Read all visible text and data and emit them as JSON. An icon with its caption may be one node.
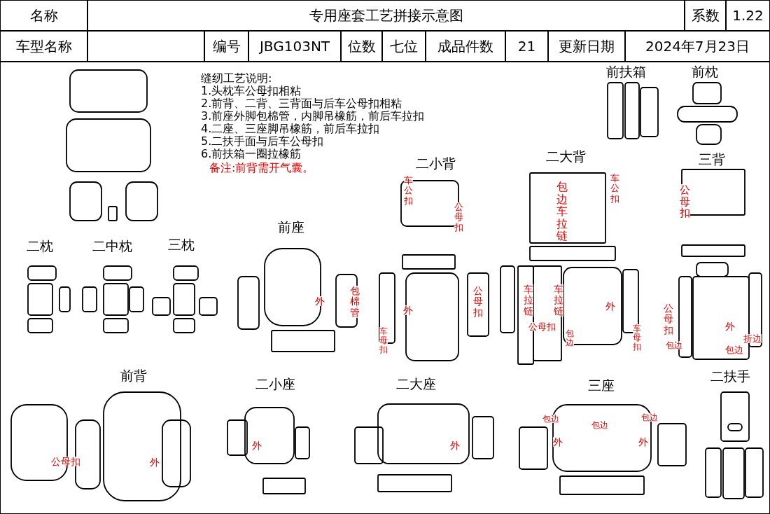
{
  "diagram": {
    "title": "专用座套工艺拼接示意图",
    "labels": [
      "名称",
      "系数",
      "1.22",
      "车型名称",
      "编号",
      "JBG103NT",
      "位数",
      "七位",
      "成品件数",
      "21",
      "更新日期",
      "2024年7月23日",
      "缝纫工艺说明:",
      "1.头枕车公母扣相粘",
      "2.前背、二背、三背面与后车公母扣相粘",
      "3.前座外脚包棉管，内脚吊橡筋，前后车拉扣",
      "4.二座、三座脚吊橡筋，前后车拉扣",
      "5.二扶手面与后车公母扣",
      "6.前扶箱一圈拉橡筋",
      "备注:前背需开气囊。",
      "前扶箱",
      "前枕",
      "二小背",
      "二大背",
      "三背",
      "车公扣",
      "公母扣",
      "包边车拉链",
      "车公扣",
      "公母扣",
      "二枕",
      "二中枕",
      "三枕",
      "前座",
      "外",
      "包棉管",
      "外",
      "公母扣",
      "车拉链",
      "车拉链",
      "外",
      "公母扣",
      "车母扣",
      "公母扣",
      "包边",
      "车母扣",
      "外",
      "折边",
      "包边",
      "包边",
      "前背",
      "二小座",
      "二大座",
      "三座",
      "二扶手",
      "公母扣",
      "外",
      "外",
      "外",
      "包边",
      "包边",
      "包边",
      "外",
      "外"
    ]
  }
}
